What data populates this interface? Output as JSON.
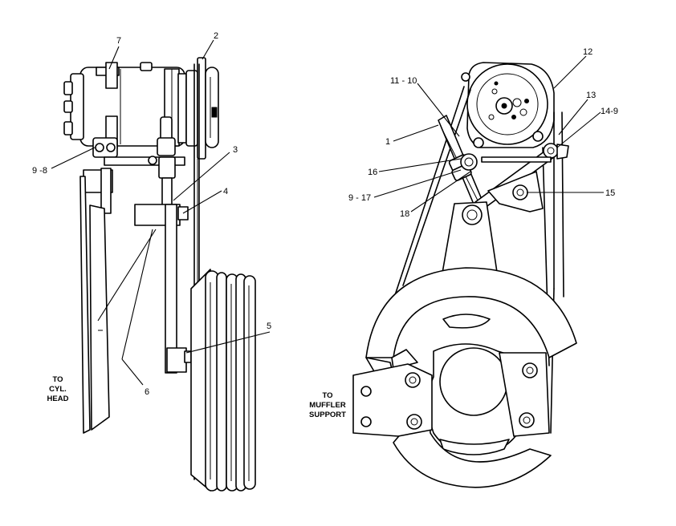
{
  "callouts": {
    "c7": "7",
    "c2": "2",
    "c3": "3",
    "c4": "4",
    "c5": "5",
    "c6": "6",
    "c9_8": "9 -8",
    "c11_10": "11 - 10",
    "c12": "12",
    "c13": "13",
    "c14_9": "14-9",
    "c1": "1",
    "c16": "16",
    "c9_17": "9 - 17",
    "c18": "18",
    "c15": "15"
  },
  "notes": {
    "cyl_head": [
      "TO",
      "CYL.",
      "HEAD"
    ],
    "muffler_support": [
      "TO",
      "MUFFLER",
      "SUPPORT"
    ]
  }
}
